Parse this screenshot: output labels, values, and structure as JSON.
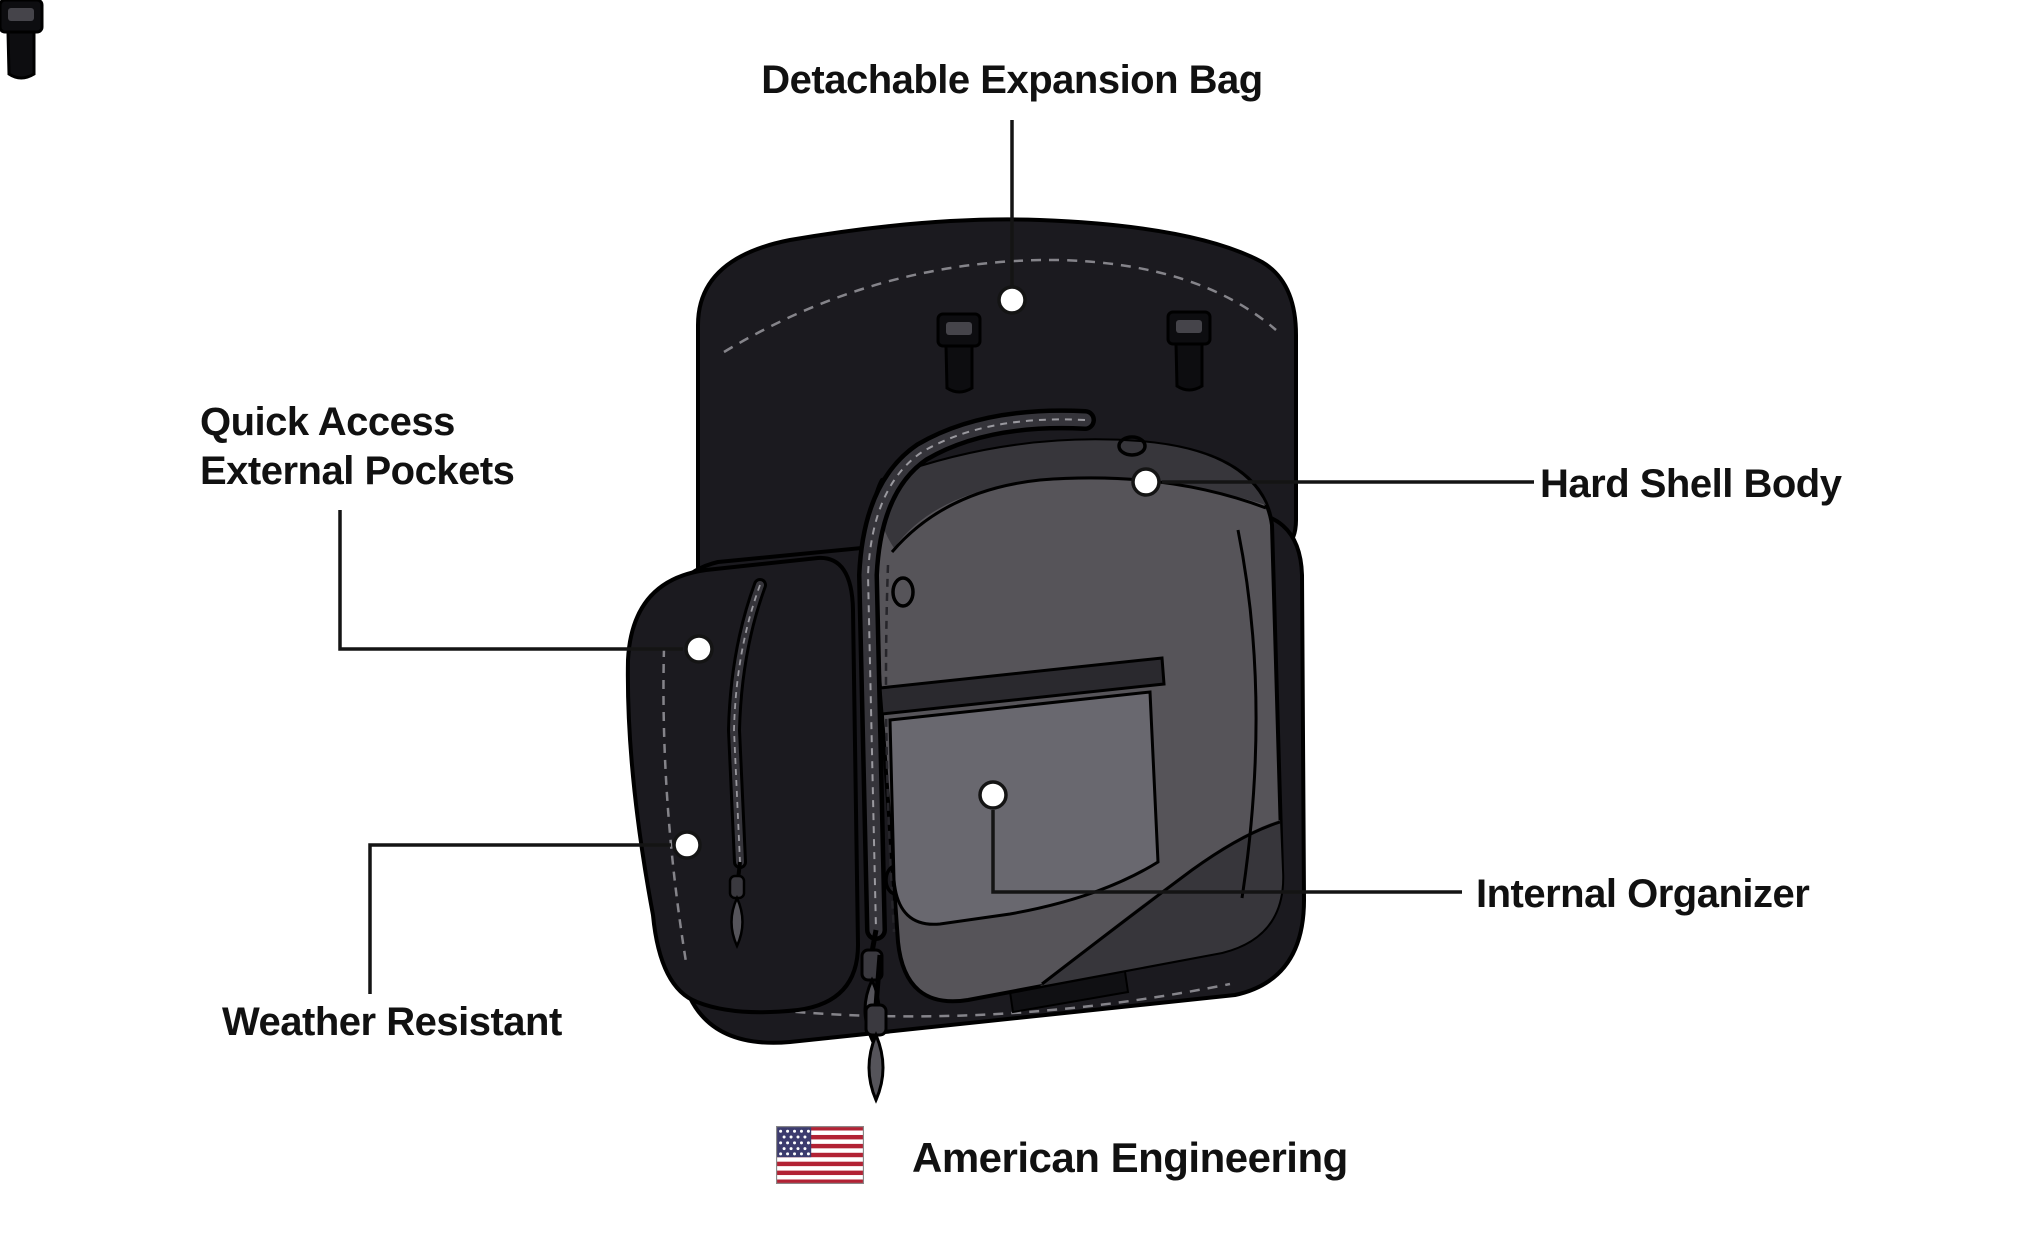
{
  "page": {
    "background": "#ffffff"
  },
  "callouts": {
    "expansion_bag": {
      "label": "Detachable Expansion Bag"
    },
    "external_pockets": {
      "label": "Quick Access\nExternal Pockets"
    },
    "hard_shell": {
      "label": "Hard Shell Body"
    },
    "internal_organizer": {
      "label": "Internal Organizer"
    },
    "weather_resistant": {
      "label": "Weather Resistant"
    }
  },
  "footer": {
    "label": "American Engineering",
    "flag_icon": "us-flag-icon"
  },
  "colors": {
    "text": "#111111",
    "callout_line": "#141414",
    "callout_point_fill": "#ffffff",
    "bag_body": "#1b1a1f",
    "panel_gray": "#565459",
    "panel_dark": "#37363b",
    "organizer_dark": "#2a292e",
    "organizer_gray": "#69686f",
    "stitch_light": "#85848a",
    "flag_red": "#b22234",
    "flag_blue": "#3c3b6e"
  }
}
